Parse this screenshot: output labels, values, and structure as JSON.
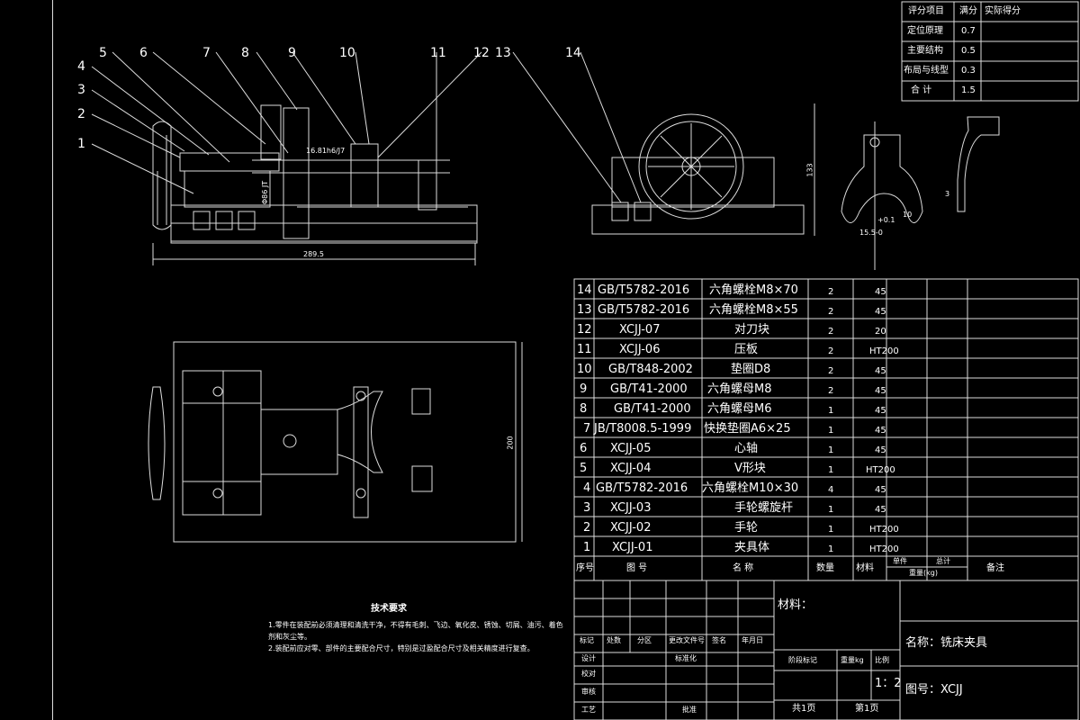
{
  "score_table": {
    "headers": [
      "评分项目",
      "满分",
      "实际得分"
    ],
    "rows": [
      {
        "item": "定位原理",
        "max": "0.7"
      },
      {
        "item": "主要结构",
        "max": "0.5"
      },
      {
        "item": "布局与线型",
        "max": "0.3"
      },
      {
        "item": "合 计",
        "max": "1.5"
      }
    ]
  },
  "balloons": [
    "1",
    "2",
    "3",
    "4",
    "5",
    "6",
    "7",
    "8",
    "9",
    "10",
    "11",
    "12",
    "13",
    "14"
  ],
  "dimensions": {
    "width_front": "289.5",
    "fit": "16.81h6/J7",
    "fit_vertical": "Φ86 JT",
    "height_side": "133",
    "depth_top": "200",
    "detail_tol": "+0.1",
    "detail_w": "15.5-0",
    "detail_h": "10",
    "detail_angle": "3"
  },
  "bom": {
    "rows": [
      {
        "no": "14",
        "code": "GB/T5782-2016",
        "name": "六角螺栓M8×70",
        "qty": "2",
        "mat": "45"
      },
      {
        "no": "13",
        "code": "GB/T5782-2016",
        "name": "六角螺栓M8×55",
        "qty": "2",
        "mat": "45"
      },
      {
        "no": "12",
        "code": "XCJJ-07",
        "name": "对刀块",
        "qty": "2",
        "mat": "20"
      },
      {
        "no": "11",
        "code": "XCJJ-06",
        "name": "压板",
        "qty": "2",
        "mat": "HT200"
      },
      {
        "no": "10",
        "code": "GB/T848-2002",
        "name": "垫圈D8",
        "qty": "2",
        "mat": "45"
      },
      {
        "no": "9",
        "code": "GB/T41-2000",
        "name": "六角螺母M8",
        "qty": "2",
        "mat": "45"
      },
      {
        "no": "8",
        "code": "GB/T41-2000",
        "name": "六角螺母M6",
        "qty": "1",
        "mat": "45"
      },
      {
        "no": "7",
        "code": "JB/T8008.5-1999",
        "name": "快换垫圈A6×25",
        "qty": "1",
        "mat": "45"
      },
      {
        "no": "6",
        "code": "XCJJ-05",
        "name": "心轴",
        "qty": "1",
        "mat": "45"
      },
      {
        "no": "5",
        "code": "XCJJ-04",
        "name": "V形块",
        "qty": "1",
        "mat": "HT200"
      },
      {
        "no": "4",
        "code": "GB/T5782-2016",
        "name": "六角螺栓M10×30",
        "qty": "4",
        "mat": "45"
      },
      {
        "no": "3",
        "code": "XCJJ-03",
        "name": "手轮螺旋杆",
        "qty": "1",
        "mat": "45"
      },
      {
        "no": "2",
        "code": "XCJJ-02",
        "name": "手轮",
        "qty": "1",
        "mat": "HT200"
      },
      {
        "no": "1",
        "code": "XCJJ-01",
        "name": "夹具体",
        "qty": "1",
        "mat": "HT200"
      }
    ],
    "header": {
      "no": "序号",
      "code": "图 号",
      "name": "名 称",
      "qty": "数量",
      "mat": "材料",
      "single": "单件",
      "total": "总计",
      "weight": "重量(kg)",
      "remark": "备注"
    }
  },
  "tech": {
    "title": "技术要求",
    "line1": "1.零件在装配前必须清理和清洗干净，不得有毛刺、飞边、氧化皮、锈蚀、切屑、油污、着色",
    "line1b": "剂和灰尘等。",
    "line2": "2.装配前应对零、部件的主要配合尺寸，特别是过盈配合尺寸及相关精度进行复查。"
  },
  "title_block": {
    "material": "材料：",
    "name": "名称：铣床夹具",
    "drawing_no": "图号：XCJJ",
    "scale": "1：2",
    "sheets": "共1页",
    "sheet": "第1页",
    "stage": "阶段标记",
    "weight": "重量kg",
    "scale_lbl": "比例",
    "mark": "标记",
    "count": "处数",
    "zone": "分区",
    "doc": "更改文件号",
    "sign": "签名",
    "date": "年月日",
    "design": "设计",
    "std": "标准化",
    "check": "校对",
    "review": "审核",
    "process": "工艺",
    "approve": "批准"
  }
}
